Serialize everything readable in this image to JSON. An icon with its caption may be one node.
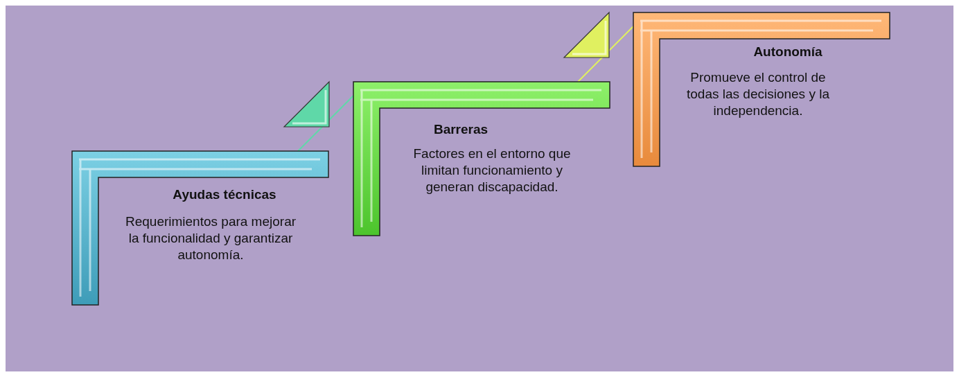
{
  "diagram": {
    "nodes": [
      {
        "text": [
          "Ayudas técnicas",
          "Requerimientos para mejorar la funcionalidad y garantizar autonomía."
        ]
      },
      {
        "text": [
          "Barreras",
          "Factores en el entorno que limitan funcionamiento y generan discapacidad."
        ]
      },
      {
        "text": [
          "Autonomía",
          "Promueve el control de todas las decisiones y la independencia."
        ]
      }
    ],
    "edges": [
      {
        "from": 0,
        "to": 1,
        "arrow": "to",
        "color": "#5fd8a8"
      },
      {
        "from": 1,
        "to": 2,
        "arrow": "to",
        "color": "#e0f060"
      }
    ]
  }
}
